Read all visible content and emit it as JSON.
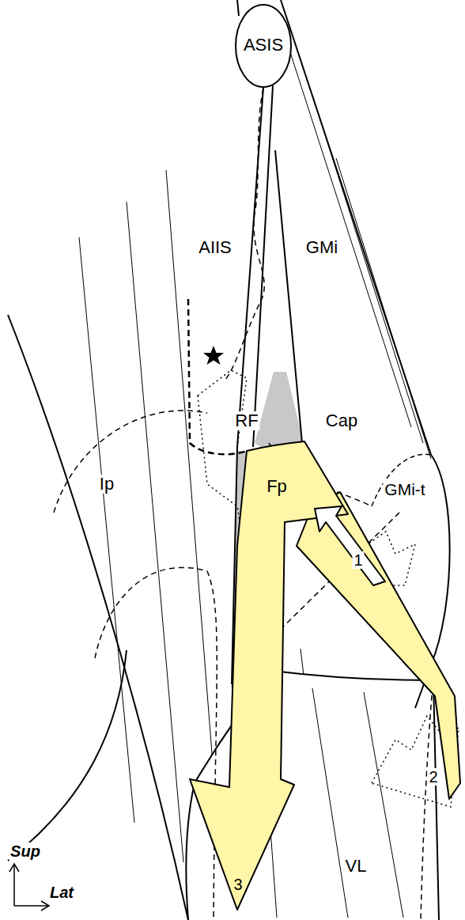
{
  "diagram": {
    "labels": [
      "ASIS",
      "AIIS",
      "GMi",
      "RF",
      "Cap",
      "Ip",
      "Fp",
      "GMi-t",
      "1",
      "2",
      "3",
      "VL",
      "Sup",
      "Lat"
    ]
  }
}
